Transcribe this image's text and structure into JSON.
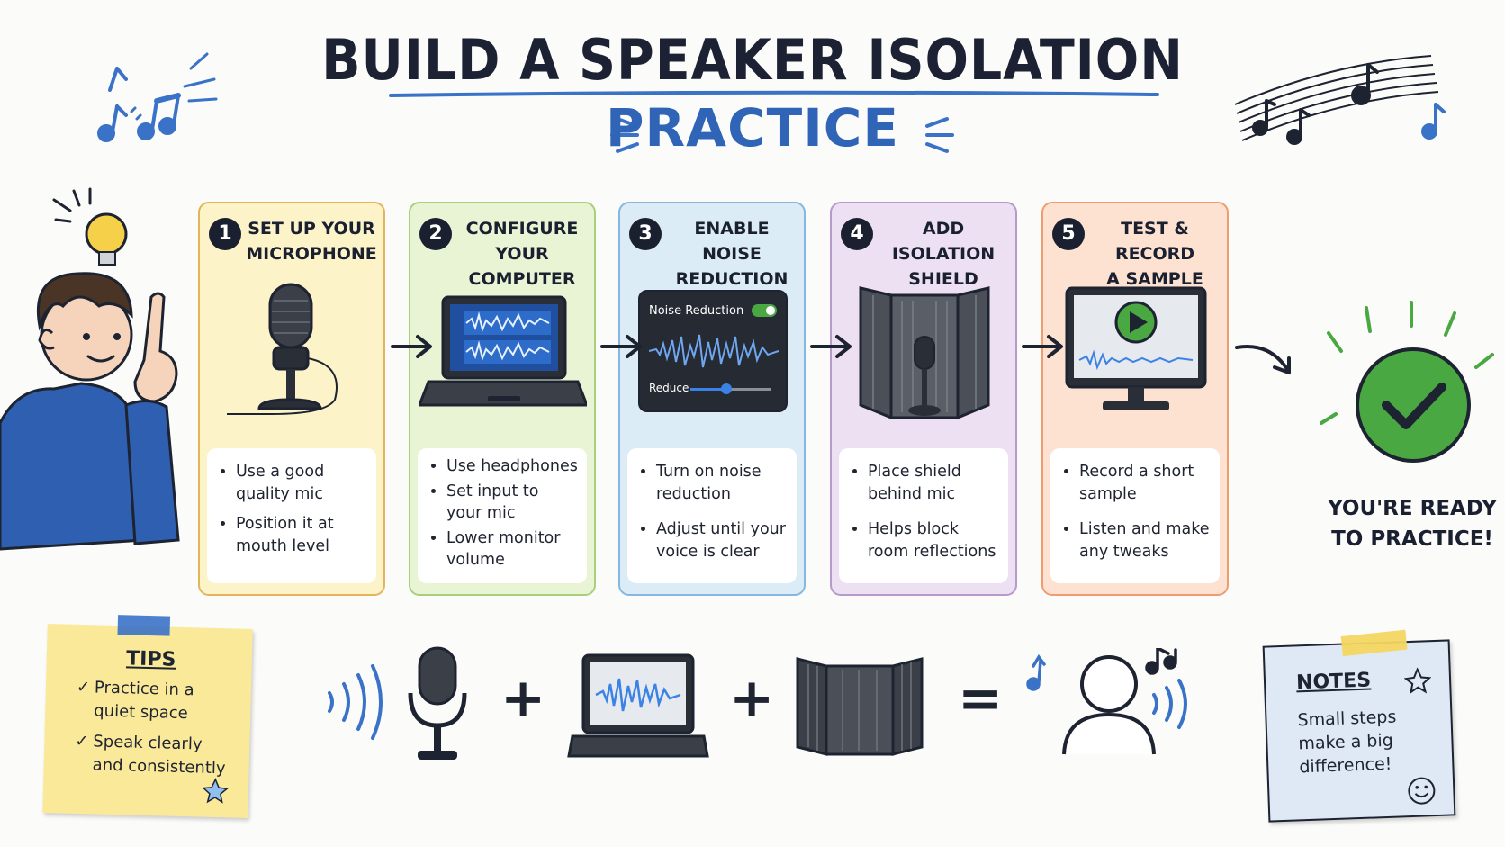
{
  "title": "BUILD A SPEAKER ISOLATION",
  "subtitle": "PRACTICE",
  "steps": [
    {
      "number": "1",
      "title_line1": "SET UP YOUR",
      "title_line2": "MICROPHONE",
      "bullets": [
        "Use a good quality mic",
        "Position it at mouth level"
      ],
      "bg": "#fcf3c9",
      "border": "#e3b45a"
    },
    {
      "number": "2",
      "title_line1": "CONFIGURE",
      "title_line2": "YOUR COMPUTER",
      "bullets": [
        "Use headphones",
        "Set input to your mic",
        "Lower monitor volume"
      ],
      "bg": "#e9f4d5",
      "border": "#a9cf7d"
    },
    {
      "number": "3",
      "title_line1": "ENABLE NOISE",
      "title_line2": "REDUCTION",
      "bullets": [
        "Turn on noise reduction",
        "Adjust until your voice is clear"
      ],
      "bg": "#dcecf7",
      "border": "#86b7de"
    },
    {
      "number": "4",
      "title_line1": "ADD ISOLATION",
      "title_line2": "SHIELD",
      "bullets": [
        "Place shield behind mic",
        "Helps block room reflections"
      ],
      "bg": "#ece0f2",
      "border": "#b59acb"
    },
    {
      "number": "5",
      "title_line1": "TEST & RECORD",
      "title_line2": "A SAMPLE",
      "bullets": [
        "Record a short sample",
        "Listen and make any tweaks"
      ],
      "bg": "#fde2d2",
      "border": "#ef9d6f"
    }
  ],
  "noise_panel": {
    "label": "Noise Reduction",
    "slider_label": "Reduce"
  },
  "ready": {
    "line1": "YOU'RE READY",
    "line2": "TO PRACTICE!"
  },
  "tips": {
    "heading": "TIPS",
    "items": [
      "Practice in a quiet space",
      "Speak clearly and consistently"
    ]
  },
  "notes": {
    "heading": "NOTES",
    "line1": "Small steps",
    "line2": "make a big",
    "line3": "difference!"
  },
  "equation": {
    "plus": "+",
    "equals": "="
  },
  "colors": {
    "accent_blue": "#2f64b7",
    "check_green": "#4aa843",
    "dark": "#1a2030"
  }
}
